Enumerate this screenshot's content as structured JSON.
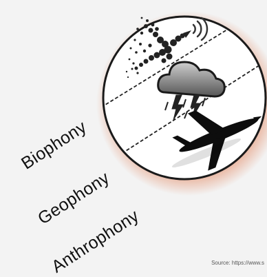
{
  "labels": {
    "biophony": "Biophony",
    "geophony": "Geophony",
    "anthrophony": "Anthrophony"
  },
  "source_note": "Source: https://www.s",
  "icons": [
    "bird-particles-icon",
    "sound-waves-icon",
    "storm-cloud-icon",
    "lightning-icon",
    "airplane-icon"
  ],
  "colors": {
    "background": "#f3f3f3",
    "circle_fill": "#ffffff",
    "circle_glow": "#e07a50",
    "ink": "#111111"
  }
}
